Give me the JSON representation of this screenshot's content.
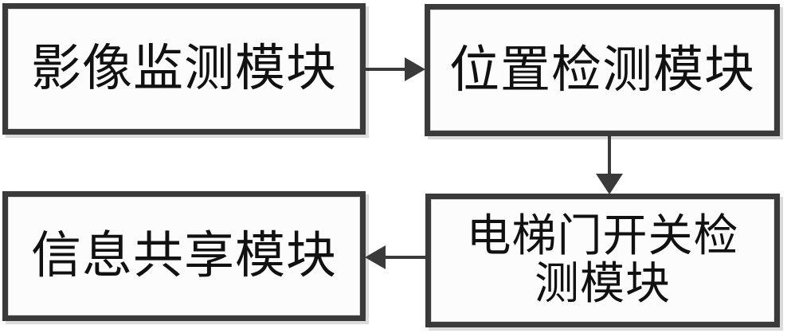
{
  "diagram": {
    "type": "block-flow-diagram",
    "background_color": "#ffffff",
    "box_border_color": "#3a3a3a",
    "box_fill_color": "#fbfbfb",
    "text_color": "#111111",
    "nodes": [
      {
        "id": "image-monitor",
        "label": "影像监测模块",
        "position": "top-left"
      },
      {
        "id": "position-detect",
        "label": "位置检测模块",
        "position": "top-right"
      },
      {
        "id": "info-share",
        "label": "信息共享模块",
        "position": "bottom-left"
      },
      {
        "id": "door-switch",
        "label": "电梯门开关检\n测模块",
        "position": "bottom-right"
      }
    ],
    "connections": [
      {
        "id": "conn-1",
        "from": "image-monitor",
        "to": "position-detect",
        "direction": "right"
      },
      {
        "id": "conn-2",
        "from": "position-detect",
        "to": "door-switch",
        "direction": "down"
      },
      {
        "id": "conn-3",
        "from": "door-switch",
        "to": "info-share",
        "direction": "left"
      }
    ]
  }
}
